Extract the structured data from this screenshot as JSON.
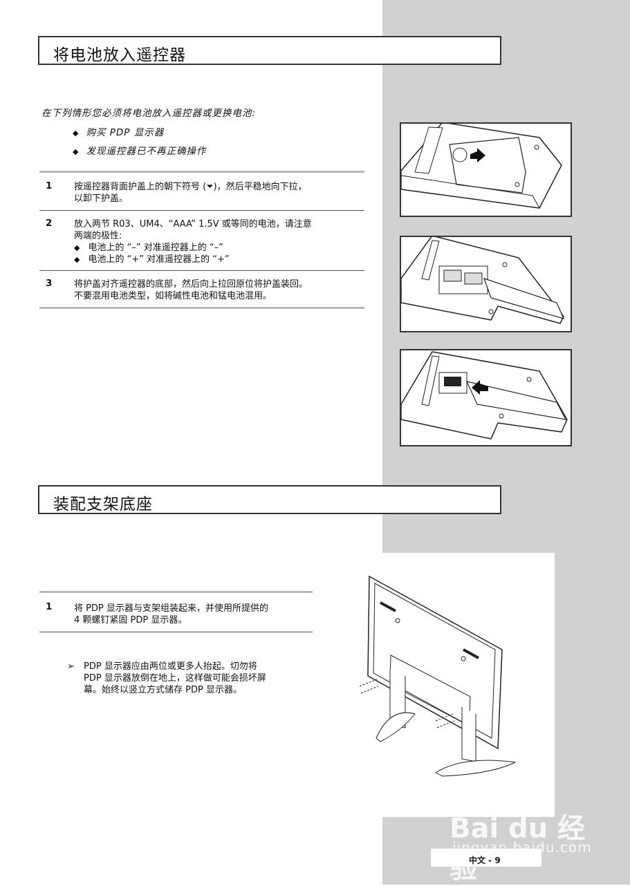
{
  "section1": {
    "title": "将电池放入遥控器",
    "intro": "在下列情形您必须将电池放入遥控器或更换电池:",
    "bullets": [
      "购买 PDP 显示器",
      "发现遥控器已不再正确操作"
    ],
    "bullet_mark": "◆",
    "steps": [
      {
        "num": "1",
        "lines": [
          "按遥控器背面护盖上的朝下符号 (⏷)，然后平稳地向下拉，",
          "以卸下护盖。"
        ]
      },
      {
        "num": "2",
        "lines": [
          "放入两节 R03、UM4、“AAA” 1.5V 或等同的电池，请注意",
          "两端的极性:"
        ],
        "subs": [
          "电池上的 “–” 对准遥控器上的 “–”",
          "电池上的 “+” 对准遥控器上的 “+”"
        ]
      },
      {
        "num": "3",
        "lines": [
          "将护盖对齐遥控器的底部，然后向上拉回原位将护盖装回。",
          "不要混用电池类型，如将碱性电池和锰电池混用。"
        ]
      }
    ]
  },
  "section2": {
    "title": "装配支架底座",
    "steps": [
      {
        "num": "1",
        "lines": [
          "将 PDP 显示器与支架组装起来，并使用所提供的",
          "4 颗螺钉紧固 PDP 显示器。"
        ]
      }
    ],
    "note_arrow": "➢",
    "note_lines": [
      "PDP 显示器应由两位或更多人抬起。切勿将",
      "PDP 显示器放倒在地上，这样做可能会损坏屏",
      "幕。始终以竖立方式储存 PDP 显示器。"
    ]
  },
  "footer": {
    "page_label": "中文 - 9"
  },
  "watermark": {
    "logo": "Bai du 经验",
    "url": "jingyan.baidu.com"
  },
  "colors": {
    "band": "#d1d1d1",
    "rule": "#b8b8b8",
    "border": "#333333"
  }
}
